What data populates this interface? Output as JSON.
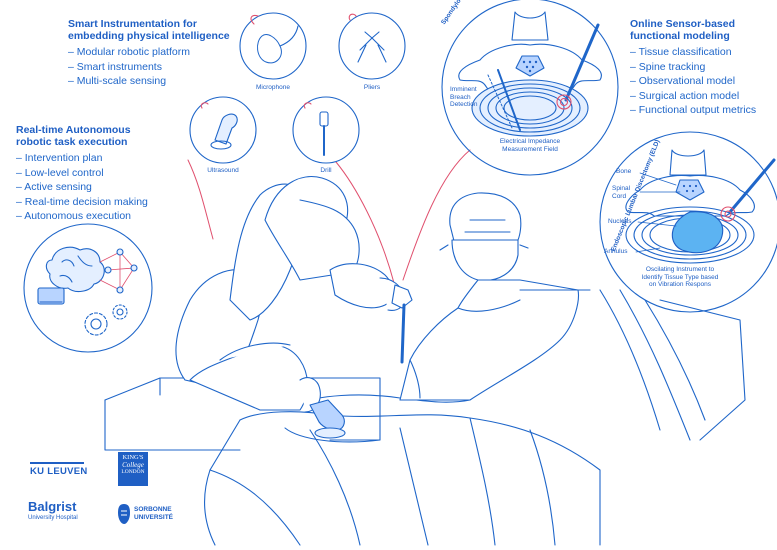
{
  "colors": {
    "primary": "#1f66c9",
    "dark": "#1f5fc4",
    "accent_pink": "#e0506e",
    "fill_light": "#e4efff",
    "fill_mid": "#b8d4ff",
    "sky": "#5cb3f2"
  },
  "blocks": {
    "smart": {
      "title": [
        "Smart Instrumentation for",
        "embedding physical intelligence"
      ],
      "items": [
        "Modular robotic platform",
        "Smart instruments",
        "Multi-scale sensing"
      ]
    },
    "realtime": {
      "title": [
        "Real-time Autonomous",
        "robotic task execution"
      ],
      "items": [
        "Intervention plan",
        "Low-level control",
        "Active sensing",
        "Real-time decision making",
        "Autonomous execution"
      ]
    },
    "online": {
      "title": [
        "Online Sensor-based",
        "functional modeling"
      ],
      "items": [
        "Tissue classification",
        "Spine tracking",
        "Observational model",
        "Surgical action model",
        "Functional output metrics"
      ]
    }
  },
  "instruments": {
    "microphone": "Microphone",
    "pliers": "Pliers",
    "ultrasound": "Ultrasound",
    "drill": "Drill"
  },
  "spondy": {
    "title": "Spondylodese",
    "breach": [
      "Imminent",
      "Breach",
      "Detection"
    ],
    "field": [
      "Electrical Impedance",
      "Measurement Field"
    ]
  },
  "eld": {
    "title": "Endoscopic Lumbar Discectomy (ELD)",
    "bone": "Bone",
    "cord": [
      "Spinal",
      "Cord"
    ],
    "nucleus": "Nucleus",
    "annulus": "Annulus",
    "caption": [
      "Oscilating Instrument to",
      "Identify Tissue Type based",
      "on Vibration Respons"
    ]
  },
  "logos": {
    "kuleuven": "KU LEUVEN",
    "kings": [
      "KING'S",
      "College",
      "LONDON"
    ],
    "balgrist": "Balgrist",
    "balgrist_sub": "University Hospital",
    "sorbonne": [
      "SORBONNE",
      "UNIVERSITÉ"
    ]
  }
}
